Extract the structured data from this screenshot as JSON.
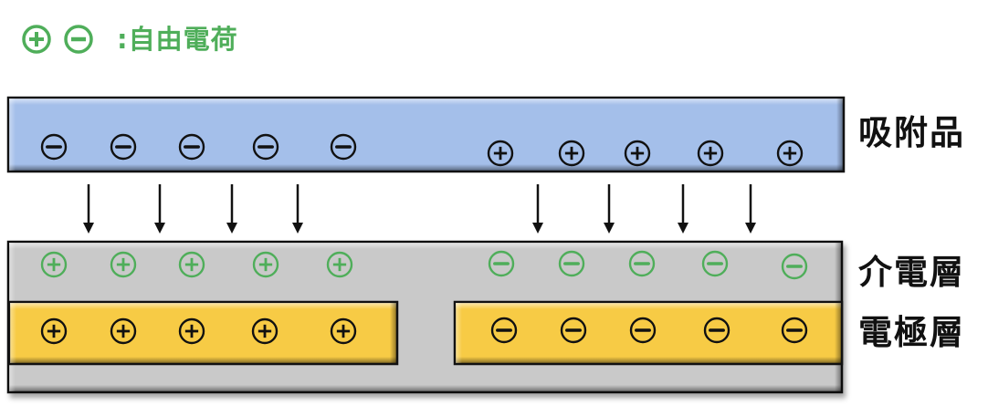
{
  "legend": {
    "icons": [
      "plus-circle-icon",
      "minus-circle-icon"
    ],
    "text": ":自由電荷",
    "color": "#4fae5a"
  },
  "labels": {
    "adsorbate": "吸附品",
    "dielectric": "介電層",
    "electrode": "電極層"
  },
  "colors": {
    "adsorbate_fill": "#a4bfea",
    "dielectric_fill": "#c9c9c9",
    "electrode_fill": "#f7cb45",
    "free_charge": "#4fae5a",
    "bound_charge": "#111111",
    "arrow": "#111111"
  },
  "adsorbate": {
    "left_charges": [
      "-",
      "-",
      "-",
      "-",
      "-"
    ],
    "right_charges": [
      "+",
      "+",
      "+",
      "+",
      "+"
    ]
  },
  "arrows": {
    "left_count": 4,
    "right_count": 4,
    "direction": "down"
  },
  "dielectric": {
    "left_free_charges": [
      "+",
      "+",
      "+",
      "+",
      "+"
    ],
    "right_free_charges": [
      "-",
      "-",
      "-",
      "-",
      "-"
    ]
  },
  "electrodes": {
    "left_charges": [
      "+",
      "+",
      "+",
      "+",
      "+"
    ],
    "right_charges": [
      "-",
      "-",
      "-",
      "-",
      "-"
    ]
  }
}
